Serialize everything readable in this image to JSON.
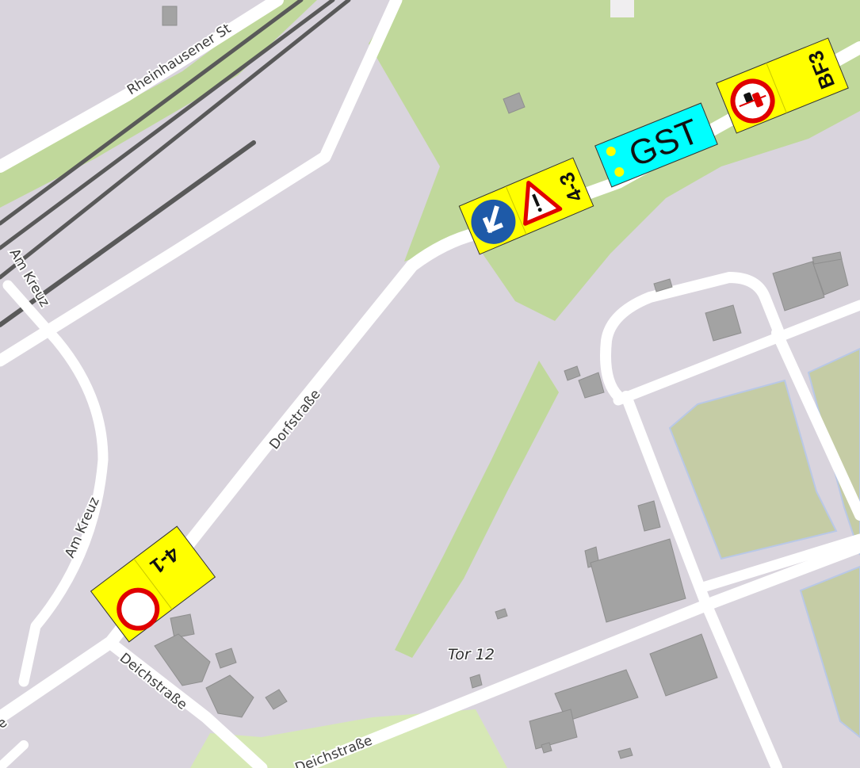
{
  "map": {
    "streets": {
      "rheinhausener": "Rheinhausener St",
      "am_kreuz_top": "Am Kreuz",
      "am_kreuz_lower": "Am Kreuz",
      "dorfstrasse": "Dorfstraße",
      "deichstrasse_left": "Deichstraße",
      "deichstrasse_bottom": "Deichstraße",
      "edge_partial": "e"
    },
    "poi": {
      "gate": "Tor 12"
    },
    "signs": {
      "sign_4_1": {
        "code": "4-1",
        "symbol": "no-vehicles-sign-icon"
      },
      "sign_4_3": {
        "code": "4-3",
        "symbols": [
          "keep-left-arrow-icon",
          "warning-triangle-icon"
        ]
      },
      "gst": {
        "label": "GST"
      },
      "bf3": {
        "code": "BF3",
        "symbol": "no-overtaking-trucks-icon"
      }
    },
    "colors": {
      "land": "#d9d4dd",
      "grass": "#c0d89b",
      "park": "#c5cca5",
      "road": "#ffffff",
      "building": "#a3a3a3",
      "rail": "#595959",
      "sign_yellow": "#ffff00",
      "sign_cyan": "#00ffff",
      "sign_red": "#e00000",
      "sign_blue": "#1e5aa8"
    }
  }
}
